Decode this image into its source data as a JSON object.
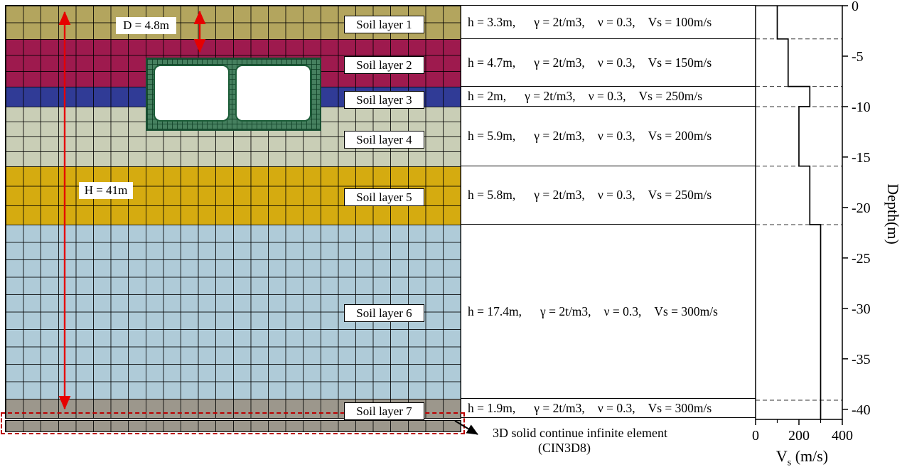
{
  "annotations": {
    "d_label": "D = 4.8m",
    "h_label": "H = 41m",
    "infinite_line1": "3D solid continue infinite element",
    "infinite_line2": "(CIN3D8)"
  },
  "soil_layers": [
    {
      "label": "Soil layer 1",
      "h": "h = 3.3m,",
      "gamma": "γ = 2t/m3,",
      "nu": "ν = 0.3,",
      "vs": "Vs = 100m/s",
      "color": "#b3a55e",
      "thickness_m": 3.3,
      "vs_mps": 100
    },
    {
      "label": "Soil layer 2",
      "h": "h = 4.7m,",
      "gamma": "γ = 2t/m3,",
      "nu": "ν = 0.3,",
      "vs": "Vs = 150m/s",
      "color": "#9e1a4e",
      "thickness_m": 4.7,
      "vs_mps": 150
    },
    {
      "label": "Soil layer 3",
      "h": "h = 2m,",
      "gamma": "γ = 2t/m3,",
      "nu": "ν = 0.3,",
      "vs": "Vs = 250m/s",
      "color": "#303b96",
      "thickness_m": 2,
      "vs_mps": 250
    },
    {
      "label": "Soil layer 4",
      "h": "h = 5.9m,",
      "gamma": "γ = 2t/m3,",
      "nu": "ν = 0.3,",
      "vs": "Vs = 200m/s",
      "color": "#c9ceb6",
      "thickness_m": 5.9,
      "vs_mps": 200
    },
    {
      "label": "Soil layer 5",
      "h": "h = 5.8m,",
      "gamma": "γ = 2t/m3,",
      "nu": "ν = 0.3,",
      "vs": "Vs = 250m/s",
      "color": "#d5ab10",
      "thickness_m": 5.8,
      "vs_mps": 250
    },
    {
      "label": "Soil layer 6",
      "h": "h = 17.4m,",
      "gamma": "γ = 2t/m3,",
      "nu": "ν = 0.3,",
      "vs": "Vs = 300m/s",
      "color": "#afcbd8",
      "thickness_m": 17.4,
      "vs_mps": 300
    },
    {
      "label": "Soil layer 7",
      "h": "h = 1.9m,",
      "gamma": "γ = 2t/m3,",
      "nu": "ν = 0.3,",
      "vs": "Vs = 300m/s",
      "color": "#9c978c",
      "thickness_m": 1.9,
      "vs_mps": 300
    }
  ],
  "tunnel": {
    "mesh_fill": "#46805f",
    "mesh_line": "#174f31",
    "bore_fill": "#ffffff"
  },
  "colors": {
    "dimension_arrow": "#e60000",
    "infinite_boundary_dashed": "#bb0000",
    "grid_line": "#000000"
  },
  "chart_data": {
    "type": "line",
    "title": "",
    "xlabel": "Vs (m/s)",
    "xlabel_parts": {
      "main": "V",
      "sub": "s",
      "rest": " (m/s)"
    },
    "ylabel": "Depth(m)",
    "xlim": [
      0,
      400
    ],
    "ylim": [
      -41,
      0
    ],
    "x_ticks": [
      {
        "value": 0,
        "label": "0"
      },
      {
        "value": 200,
        "label": "200"
      },
      {
        "value": 400,
        "label": "400"
      }
    ],
    "x_minor_ticks": [
      100,
      300
    ],
    "y_ticks": [
      {
        "value": 0,
        "label": "0"
      },
      {
        "value": -5,
        "label": "-5"
      },
      {
        "value": -10,
        "label": "-10"
      },
      {
        "value": -15,
        "label": "-15"
      },
      {
        "value": -20,
        "label": "-20"
      },
      {
        "value": -25,
        "label": "-25"
      },
      {
        "value": -30,
        "label": "-30"
      },
      {
        "value": -35,
        "label": "-35"
      },
      {
        "value": -40,
        "label": "-40"
      }
    ],
    "grid": "dashed horizontal lines at layer boundaries",
    "boundary_depths": [
      -3.3,
      -8,
      -10,
      -15.9,
      -21.7,
      -39.1
    ],
    "series": [
      {
        "name": "Vs step profile",
        "points": [
          [
            100,
            0
          ],
          [
            100,
            -3.3
          ],
          [
            150,
            -3.3
          ],
          [
            150,
            -8
          ],
          [
            250,
            -8
          ],
          [
            250,
            -10
          ],
          [
            200,
            -10
          ],
          [
            200,
            -15.9
          ],
          [
            250,
            -15.9
          ],
          [
            250,
            -21.7
          ],
          [
            300,
            -21.7
          ],
          [
            300,
            -41
          ]
        ]
      }
    ],
    "legend": "none"
  }
}
